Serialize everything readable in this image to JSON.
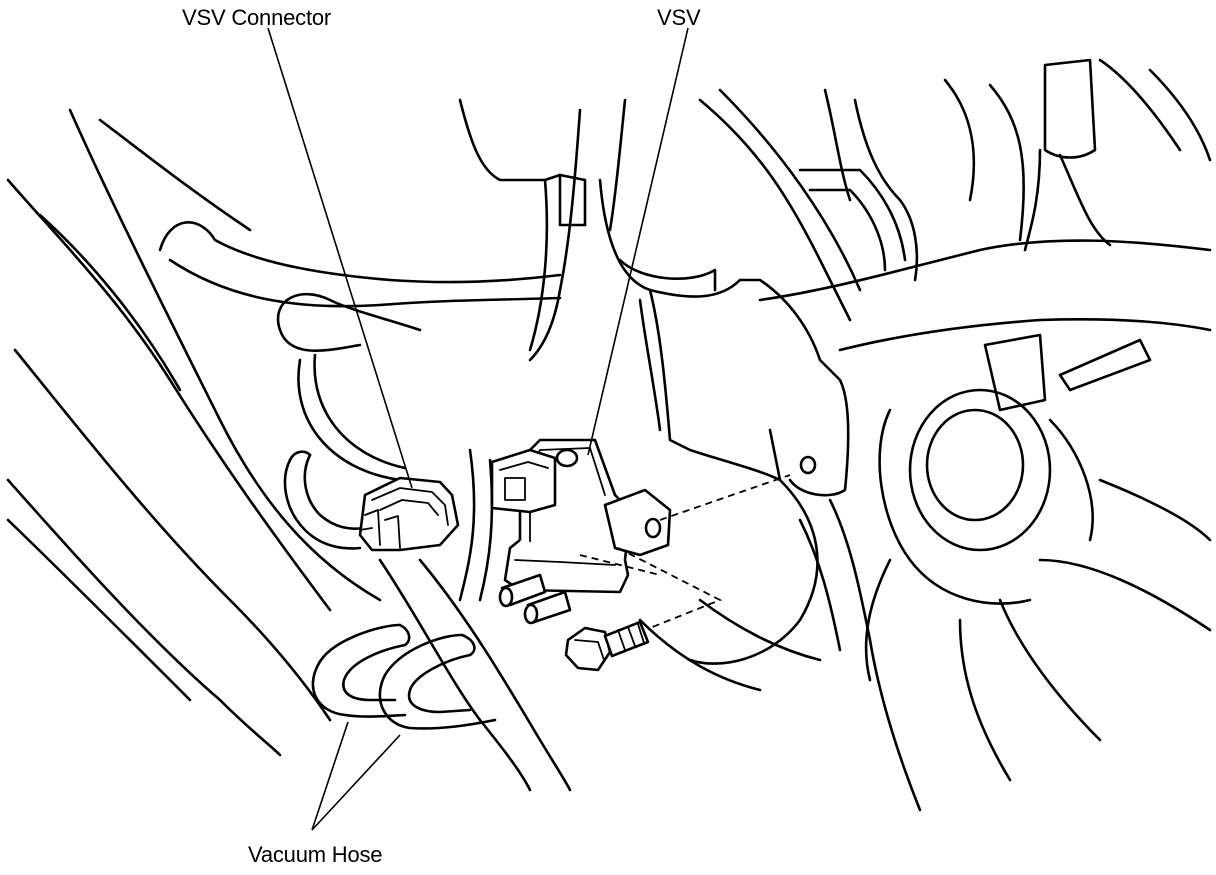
{
  "labels": {
    "vsv_connector": "VSV Connector",
    "vsv": "VSV",
    "vacuum_hose": "Vacuum Hose"
  }
}
